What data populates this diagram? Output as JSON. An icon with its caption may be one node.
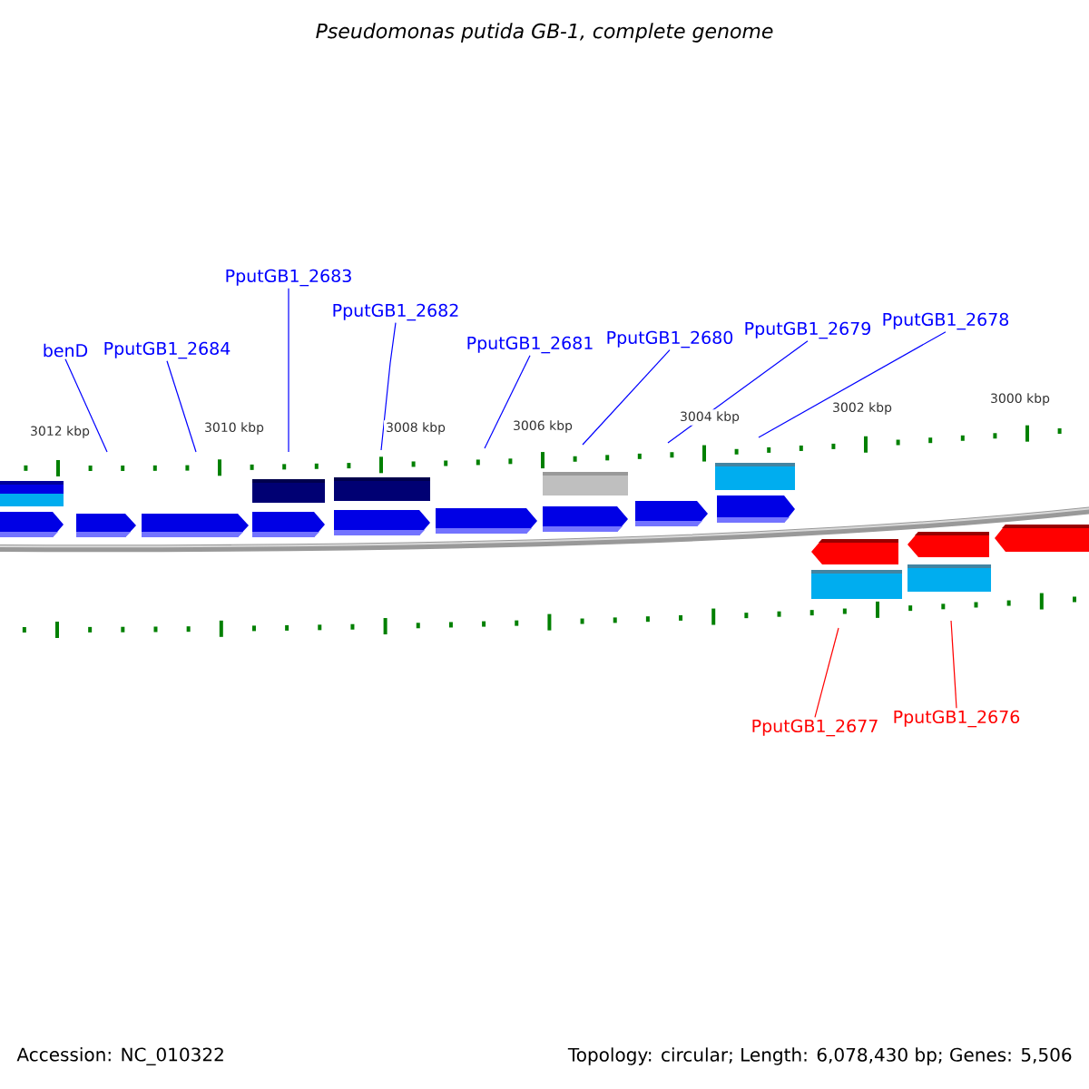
{
  "diagram": {
    "title": "Pseudomonas putida GB-1, complete genome",
    "nodes": [
      {
        "text": [
          "benD"
        ]
      },
      {
        "text": [
          "PputGB1_2684"
        ]
      },
      {
        "text": [
          "PputGB1_2683"
        ]
      },
      {
        "text": [
          "PputGB1_2682"
        ]
      },
      {
        "text": [
          "PputGB1_2681"
        ]
      },
      {
        "text": [
          "PputGB1_2680"
        ]
      },
      {
        "text": [
          "PputGB1_2679"
        ]
      },
      {
        "text": [
          "PputGB1_2678"
        ]
      },
      {
        "text": [
          "PputGB1_2677"
        ]
      },
      {
        "text": [
          "PputGB1_2676"
        ]
      }
    ],
    "edges": [
      {
        "from": 0,
        "to": null,
        "arrow": "none"
      },
      {
        "from": 1,
        "to": null,
        "arrow": "none"
      },
      {
        "from": 2,
        "to": null,
        "arrow": "none"
      },
      {
        "from": 3,
        "to": null,
        "arrow": "none"
      },
      {
        "from": 4,
        "to": null,
        "arrow": "none"
      },
      {
        "from": 5,
        "to": null,
        "arrow": "none"
      },
      {
        "from": 6,
        "to": null,
        "arrow": "none"
      },
      {
        "from": 7,
        "to": null,
        "arrow": "none"
      },
      {
        "from": 8,
        "to": null,
        "arrow": "none",
        "color": "#ff0000"
      },
      {
        "from": 9,
        "to": null,
        "arrow": "none",
        "color": "#ff0000"
      }
    ],
    "labels": [
      "3012 kbp",
      "3010 kbp",
      "3008 kbp",
      "3006 kbp",
      "3004 kbp",
      "3002 kbp",
      "3000 kbp",
      "Accession: NC_010322",
      "Topology: circular; Length: 6,078,430 bp; Genes: 5,506"
    ]
  }
}
